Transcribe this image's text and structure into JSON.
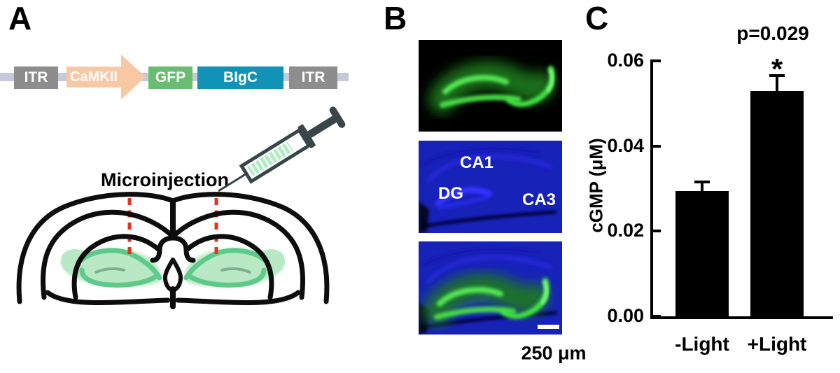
{
  "figure": {
    "panels": {
      "a_label": "A",
      "b_label": "B",
      "c_label": "C"
    }
  },
  "panelA": {
    "construct": {
      "backbone_color": "#c7c9da",
      "elements": [
        {
          "label": "ITR",
          "type": "box",
          "color": "#8d8d8d"
        },
        {
          "label": "CaMKII",
          "type": "arrow",
          "color": "#f8c7a3"
        },
        {
          "label": "GFP",
          "type": "box",
          "color": "#69bd73"
        },
        {
          "label": "BIgC",
          "type": "box",
          "color": "#1093b6"
        },
        {
          "label": "ITR",
          "type": "box",
          "color": "#8d8d8d"
        }
      ]
    },
    "injection_label": "Microinjection",
    "icons": [
      "syringe-icon",
      "brain-coronal-section-drawing"
    ],
    "colors": {
      "outline": "#0d0d0d",
      "injection_track_red": "#e63224",
      "hippocampus_fill": "#b9e9c4",
      "hippocampus_stroke": "#5ec98a",
      "syringe_body": "#3a4549",
      "syringe_fluid_green": "#b2ecc3"
    }
  },
  "panelB": {
    "image_descriptions": [
      "GFP fluorescence hippocampus",
      "DAPI blue hippocampus with region labels",
      "merged GFP and DAPI"
    ],
    "regions": [
      "CA1",
      "DG",
      "CA3"
    ],
    "scale_label": "250 μm",
    "colors": {
      "gfp_green": "#46dd46",
      "dapi_blue": "#0a0a80"
    }
  },
  "chart_data": {
    "type": "bar",
    "title": "",
    "categories": [
      "-Light",
      "+Light"
    ],
    "values": [
      0.0295,
      0.053
    ],
    "errors": [
      0.002,
      0.0035
    ],
    "ylabel": "cGMP (μM)",
    "xlabel": "",
    "ylim": [
      0,
      0.06
    ],
    "yticks": [
      0,
      0.02,
      0.04,
      0.06
    ],
    "ytick_labels": [
      "0.00",
      "0.02",
      "0.04",
      "0.06"
    ],
    "bar_color": "#000000",
    "grid": false,
    "annotation": "p=0.029",
    "significance": {
      "label": "*",
      "category": "+Light"
    }
  }
}
